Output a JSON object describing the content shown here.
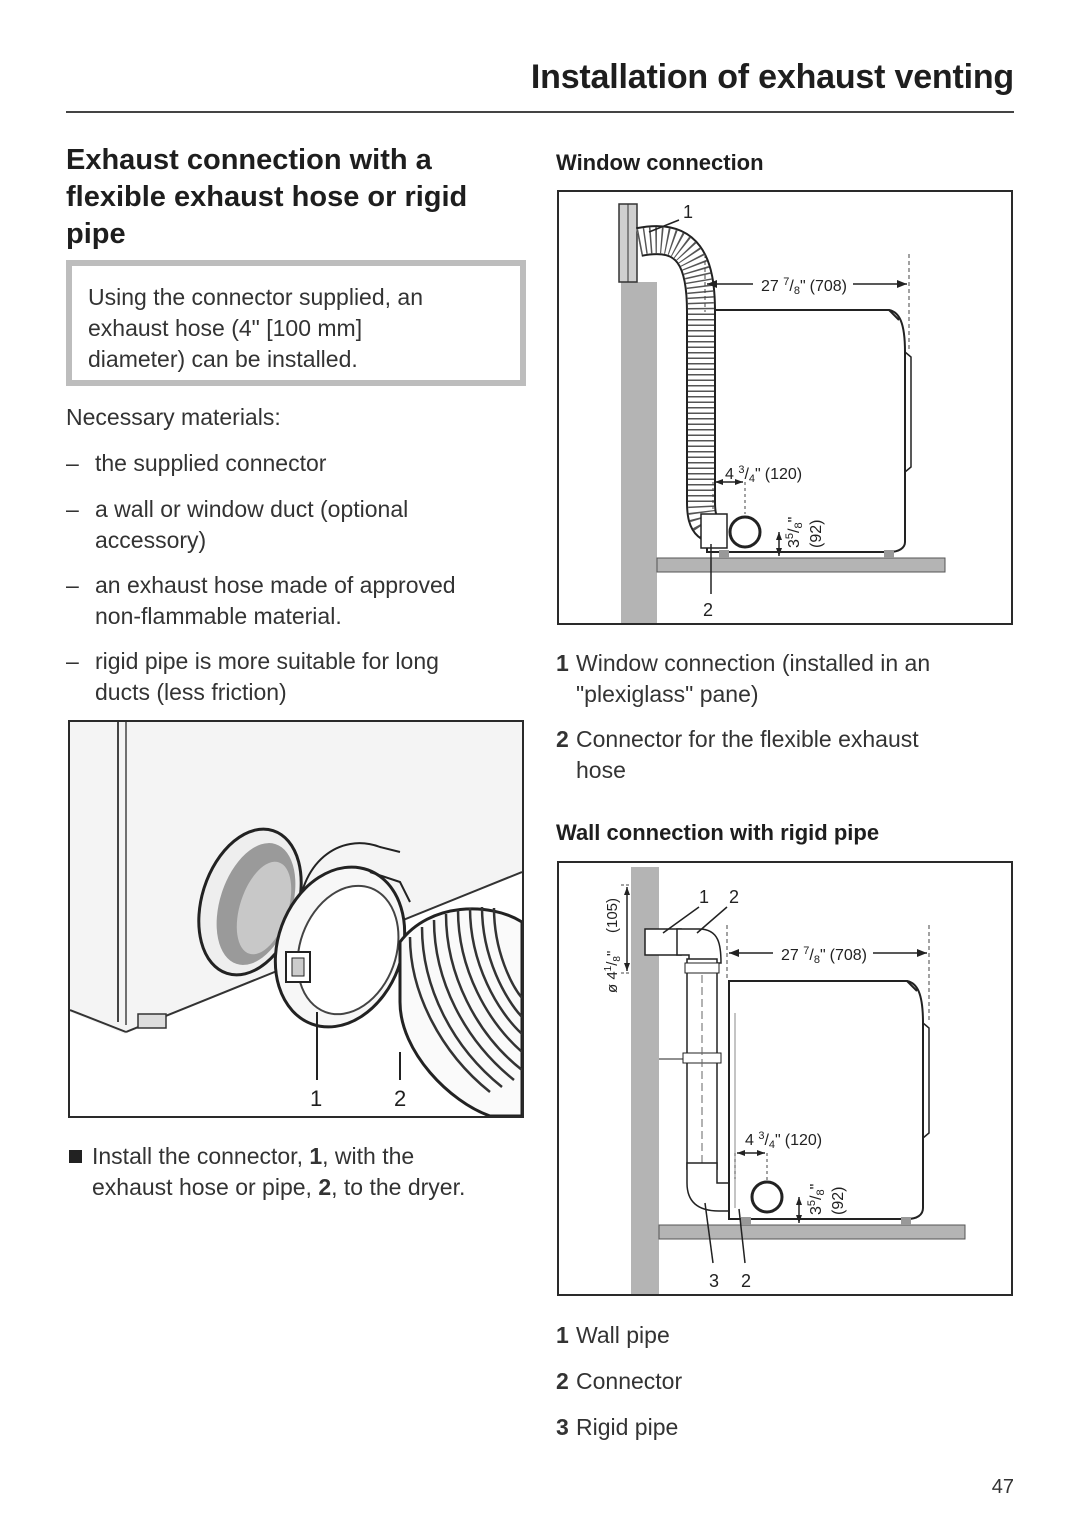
{
  "header": {
    "title": "Installation of exhaust venting"
  },
  "section": {
    "title_lines": [
      "Exhaust connection with a",
      "flexible exhaust hose or rigid",
      "pipe"
    ]
  },
  "note": {
    "lines": [
      "Using the connector supplied, an",
      "exhaust hose (4\" [100 mm]",
      "diameter) can be installed."
    ]
  },
  "materials": {
    "heading": "Necessary materials:",
    "items": [
      {
        "dash": "–",
        "lines": [
          "the supplied connector"
        ]
      },
      {
        "dash": "–",
        "lines": [
          "a wall or window duct (optional",
          "accessory)"
        ]
      },
      {
        "dash": "–",
        "lines": [
          "an exhaust hose made of approved",
          "non-flammable material."
        ]
      },
      {
        "dash": "–",
        "lines": [
          "rigid pipe is more suitable for long",
          "ducts (less friction)"
        ]
      }
    ]
  },
  "connector_figure": {
    "callouts": [
      "1",
      "2"
    ]
  },
  "instruction": {
    "parts": [
      "Install the connector, ",
      "1",
      ", with the",
      "exhaust hose or pipe, ",
      "2",
      ", to the dryer."
    ]
  },
  "window_connection": {
    "heading": "Window connection",
    "figure": {
      "callout_1": "1",
      "callout_2": "2",
      "width_whole": "27 ",
      "width_num": "7",
      "width_den": "8",
      "width_mark": "\"",
      "width_mm": "(708)",
      "offset_whole": "4 ",
      "offset_num": "3",
      "offset_den": "4",
      "offset_mark": "\"",
      "offset_mm": "(120)",
      "height_whole": "3",
      "height_num": "5",
      "height_den": "8",
      "height_mark": "\"",
      "height_mm": "(92)"
    },
    "legend": [
      {
        "num": "1",
        "lines": [
          "Window connection (installed in an",
          "\"plexiglass\" pane)"
        ]
      },
      {
        "num": "2",
        "lines": [
          "Connector for the flexible exhaust",
          "hose"
        ]
      }
    ]
  },
  "wall_connection": {
    "heading": "Wall connection with rigid pipe",
    "figure": {
      "callout_1": "1",
      "callout_2": "2",
      "callout_3": "3",
      "callout_2b": "2",
      "dia_sym": "ø ",
      "dia_whole": "4",
      "dia_num": "1",
      "dia_den": "8",
      "dia_mark": "\"",
      "dia_mm": "(105)",
      "width_whole": "27 ",
      "width_num": "7",
      "width_den": "8",
      "width_mark": "\"",
      "width_mm": "(708)",
      "offset_whole": "4 ",
      "offset_num": "3",
      "offset_den": "4",
      "offset_mark": "\"",
      "offset_mm": "(120)",
      "height_whole": "3",
      "height_num": "5",
      "height_den": "8",
      "height_mark": "\"",
      "height_mm": "(92)"
    },
    "legend": [
      {
        "num": "1",
        "lines": [
          "Wall pipe"
        ]
      },
      {
        "num": "2",
        "lines": [
          "Connector"
        ]
      },
      {
        "num": "3",
        "lines": [
          "Rigid pipe"
        ]
      }
    ]
  },
  "page_number": "47"
}
